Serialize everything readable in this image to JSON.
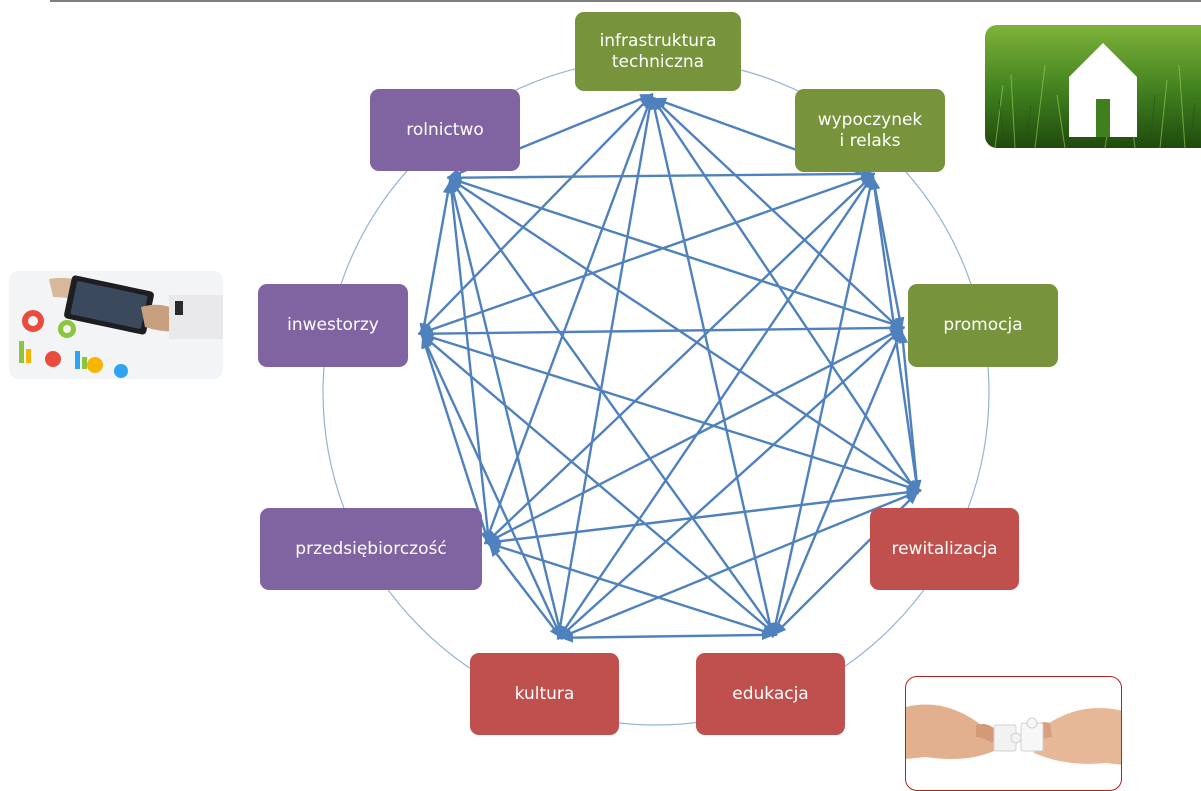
{
  "nodes": [
    {
      "id": "infrastruktura",
      "label": "infrastruktura\ntechniczna",
      "group": "green"
    },
    {
      "id": "wypoczynek",
      "label": "wypoczynek\ni relaks",
      "group": "green"
    },
    {
      "id": "promocja",
      "label": "promocja",
      "group": "green"
    },
    {
      "id": "rewitalizacja",
      "label": "rewitalizacja",
      "group": "red"
    },
    {
      "id": "edukacja",
      "label": "edukacja",
      "group": "red"
    },
    {
      "id": "kultura",
      "label": "kultura",
      "group": "red"
    },
    {
      "id": "przedsiebiorczosc",
      "label": "przedsiębiorczość",
      "group": "purple"
    },
    {
      "id": "inwestorzy",
      "label": "inwestorzy",
      "group": "purple"
    },
    {
      "id": "rolnictwo",
      "label": "rolnictwo",
      "group": "purple"
    }
  ],
  "colors": {
    "green": "#77933c",
    "red": "#c0504d",
    "purple": "#8064a2",
    "arrow": "#4f81bd",
    "ring": "#95b3d7"
  },
  "edges": "complete-graph-bidirectional",
  "photos": [
    {
      "id": "grass-house",
      "name": "grass-house-photo"
    },
    {
      "id": "tablet-charts",
      "name": "tablet-charts-photo"
    },
    {
      "id": "puzzle-hands",
      "name": "puzzle-hands-photo"
    }
  ]
}
